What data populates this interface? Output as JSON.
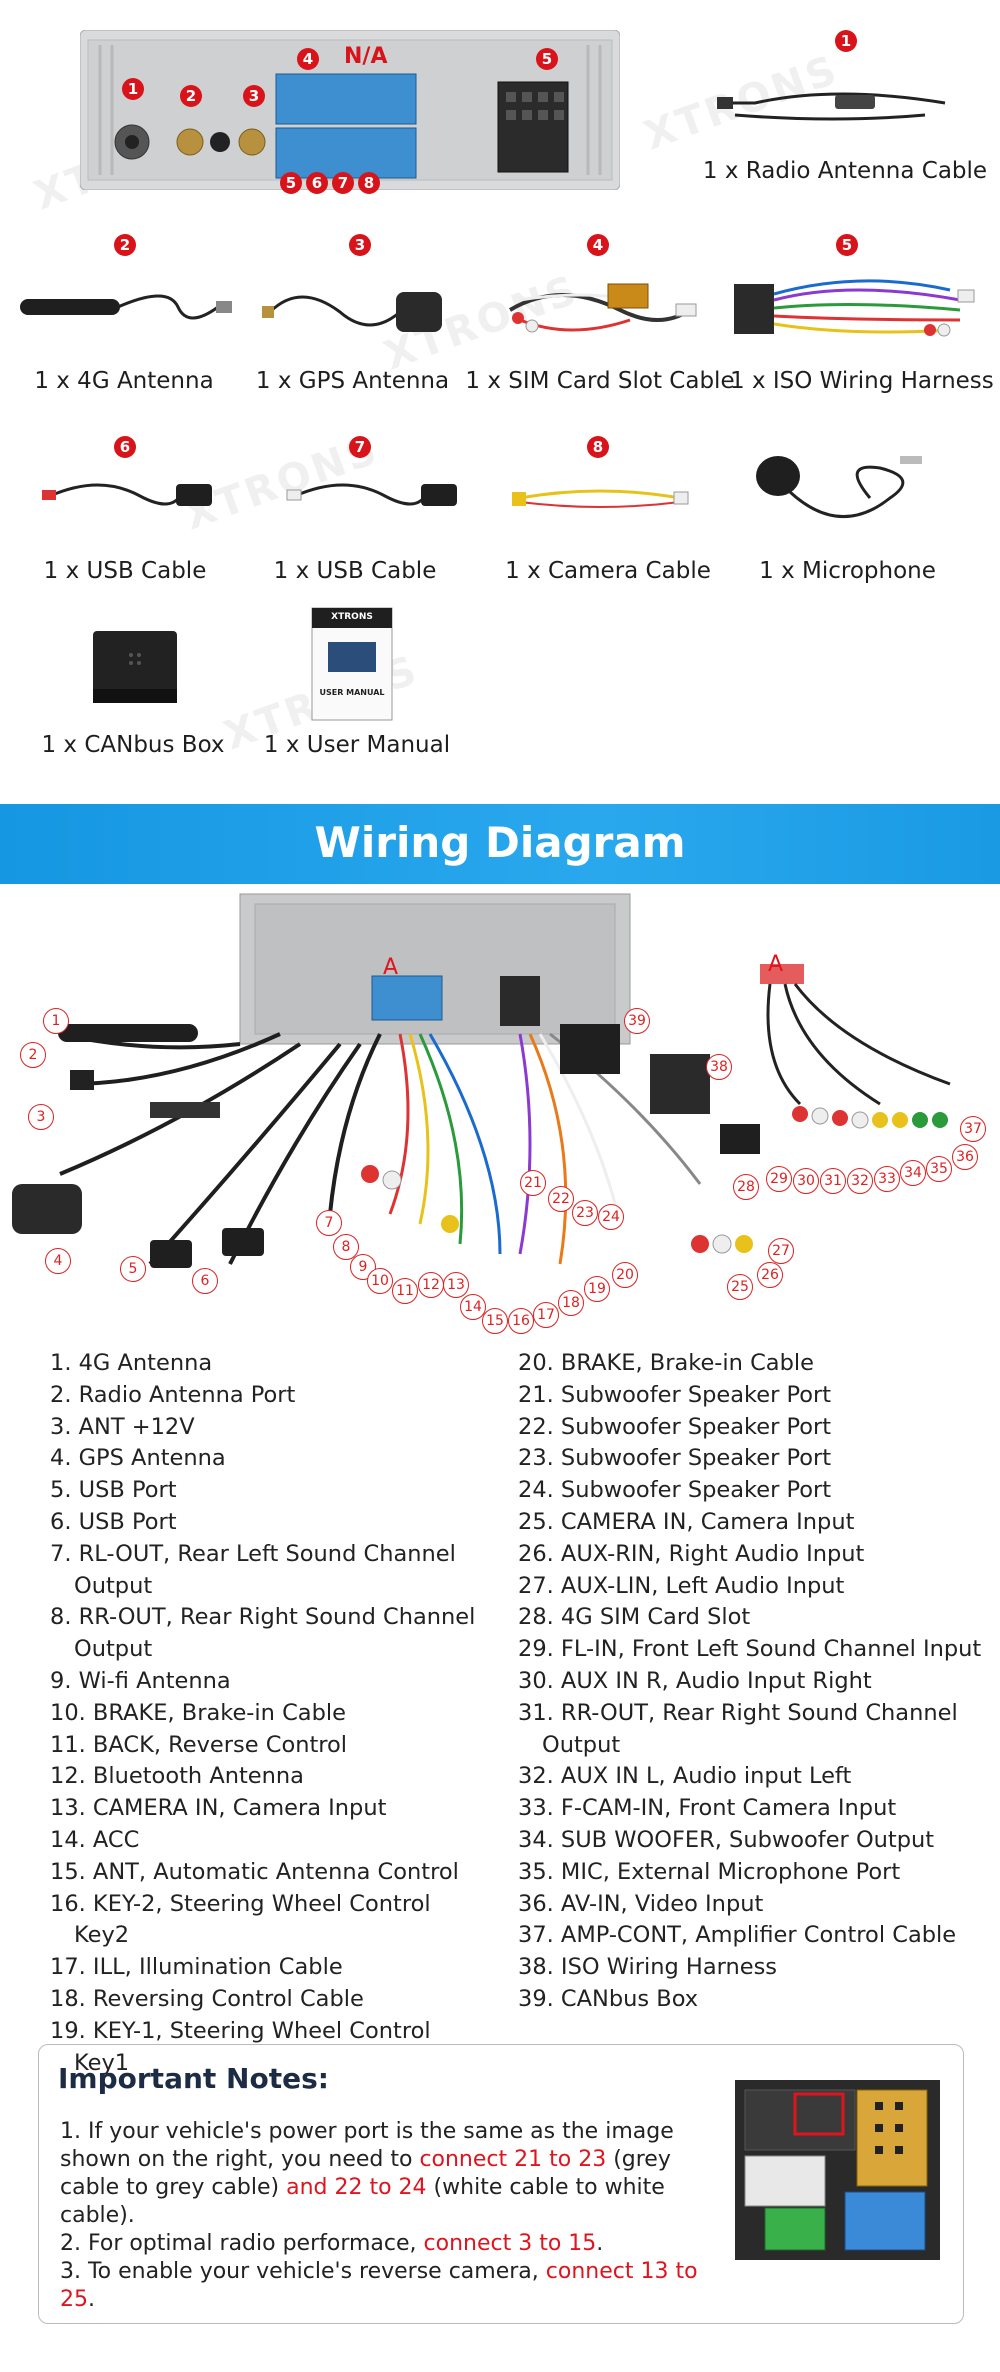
{
  "accessories": [
    {
      "num": "1",
      "caption": "1 x Radio Antenna Cable"
    },
    {
      "num": "2",
      "caption": "1 x 4G Antenna"
    },
    {
      "num": "3",
      "caption": "1 x GPS Antenna"
    },
    {
      "num": "4",
      "caption": "1 x SIM Card Slot Cable"
    },
    {
      "num": "5",
      "caption": "1 x ISO Wiring Harness"
    },
    {
      "num": "6",
      "caption": "1 x USB Cable"
    },
    {
      "num": "7",
      "caption": "1 x USB Cable"
    },
    {
      "num": "8",
      "caption": "1 x Camera Cable"
    },
    {
      "num": "",
      "caption": "1 x Microphone"
    },
    {
      "num": "",
      "caption": "1 x CANbus Box"
    },
    {
      "num": "",
      "caption": "1 x User Manual"
    }
  ],
  "back_panel": {
    "na_label": "N/A",
    "ports": [
      "1",
      "2",
      "3",
      "4",
      "5",
      "5",
      "6",
      "7",
      "8"
    ]
  },
  "manual": {
    "brand": "XTRONS",
    "title": "USER MANUAL"
  },
  "watermark": "XTRONS",
  "banner_title": "Wiring Diagram",
  "diagram": {
    "connector_a": "A",
    "callouts": [
      "1",
      "2",
      "3",
      "4",
      "5",
      "6",
      "7",
      "8",
      "9",
      "10",
      "11",
      "12",
      "13",
      "14",
      "15",
      "16",
      "17",
      "18",
      "19",
      "20",
      "21",
      "22",
      "23",
      "24",
      "25",
      "26",
      "27",
      "28",
      "29",
      "30",
      "31",
      "32",
      "33",
      "34",
      "35",
      "36",
      "37",
      "38",
      "39"
    ]
  },
  "legend_left": [
    "1. 4G Antenna",
    "2. Radio Antenna Port",
    "3. ANT +12V",
    "4. GPS Antenna",
    "5. USB Port",
    "6. USB Port",
    "7. RL-OUT, Rear Left Sound Channel Output",
    "8. RR-OUT, Rear Right Sound Channel Output",
    "9. Wi-fi Antenna",
    "10. BRAKE, Brake-in Cable",
    "11. BACK, Reverse Control",
    "12. Bluetooth Antenna",
    "13. CAMERA IN, Camera Input",
    "14. ACC",
    "15. ANT, Automatic Antenna Control",
    "16. KEY-2, Steering Wheel Control Key2",
    "17. ILL, Illumination Cable",
    "18. Reversing Control Cable",
    "19. KEY-1, Steering Wheel Control Key1"
  ],
  "legend_right": [
    "20. BRAKE, Brake-in Cable",
    "21. Subwoofer Speaker Port",
    "22. Subwoofer Speaker Port",
    "23. Subwoofer Speaker Port",
    "24. Subwoofer Speaker Port",
    "25. CAMERA IN, Camera Input",
    "26. AUX-RIN, Right Audio Input",
    "27. AUX-LIN, Left Audio Input",
    "28. 4G SIM Card Slot",
    "29. FL-IN, Front Left Sound Channel Input",
    "30. AUX IN R, Audio Input Right",
    "31. RR-OUT, Rear Right Sound Channel Output",
    "32. AUX IN L, Audio input Left",
    "33. F-CAM-IN, Front Camera Input",
    "34. SUB WOOFER, Subwoofer Output",
    "35. MIC, External Microphone Port",
    "36. AV-IN, Video Input",
    "37. AMP-CONT, Amplifier Control Cable",
    "38. ISO Wiring Harness",
    "39. CANbus Box"
  ],
  "notes": {
    "title": "Important Notes:",
    "n1_a": "1. If your vehicle's power port is the same as the image shown on the right, you need to ",
    "n1_red1": "connect 21 to 23",
    "n1_b": " (grey cable to grey cable) ",
    "n1_red2": " and 22 to 24",
    "n1_c": " (white cable to white cable).",
    "n2_a": "2. For optimal radio performace, ",
    "n2_red": "connect 3 to 15",
    "n2_b": ".",
    "n3_a": "3. To enable your vehicle's reverse camera, ",
    "n3_red": "connect 13 to 25",
    "n3_b": "."
  },
  "colors": {
    "accent_red": "#d8141a",
    "banner_blue": "#1a9ae3",
    "note_red": "#e0141e"
  }
}
